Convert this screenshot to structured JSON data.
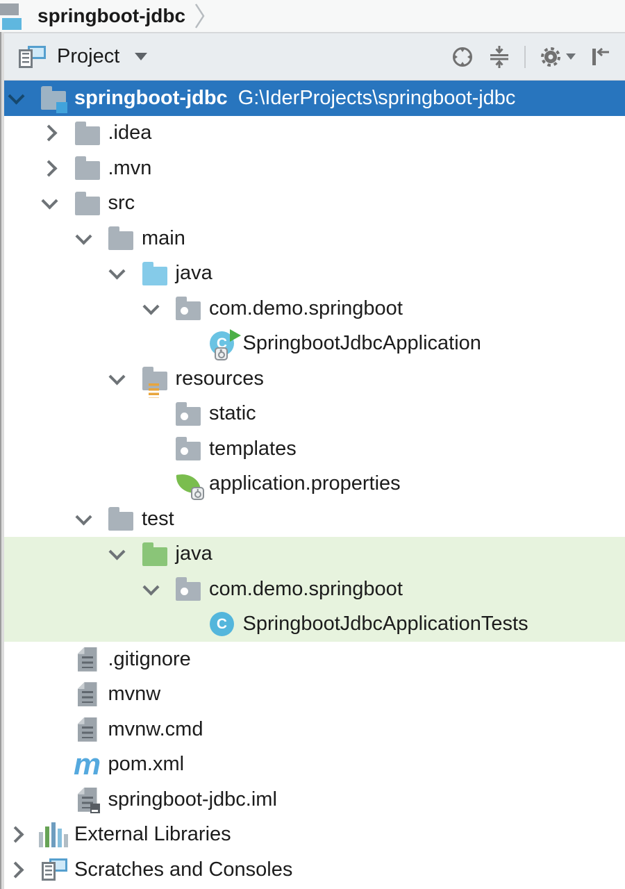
{
  "breadcrumb": {
    "title": "springboot-jdbc"
  },
  "panel_header": {
    "title": "Project",
    "actions": [
      "select-opened-file",
      "collapse-all",
      "settings-gear",
      "hide-panel"
    ]
  },
  "icons": {
    "class_letter": "C",
    "maven_letter": "m"
  },
  "colors": {
    "selection_blue": "#2875BE",
    "highlight_green": "#E7F3DE",
    "source_folder_blue": "#85CBE9",
    "test_folder_green": "#8AC578",
    "spring_green": "#7ABD4E",
    "maven_blue": "#55A9DE"
  },
  "tree": {
    "rows": [
      {
        "label": "springboot-jdbc",
        "path": "G:\\IderProjects\\springboot-jdbc",
        "level": 0,
        "chevron": "down",
        "icon": "project-folder",
        "state": "selected"
      },
      {
        "label": ".idea",
        "level": 1,
        "chevron": "right",
        "icon": "folder",
        "state": ""
      },
      {
        "label": ".mvn",
        "level": 1,
        "chevron": "right",
        "icon": "folder",
        "state": ""
      },
      {
        "label": "src",
        "level": 1,
        "chevron": "down",
        "icon": "folder",
        "state": ""
      },
      {
        "label": "main",
        "level": 2,
        "chevron": "down",
        "icon": "folder",
        "state": ""
      },
      {
        "label": "java",
        "level": 3,
        "chevron": "down",
        "icon": "source-folder",
        "state": ""
      },
      {
        "label": "com.demo.springboot",
        "level": 4,
        "chevron": "down",
        "icon": "package-folder",
        "state": ""
      },
      {
        "label": "SpringbootJdbcApplication",
        "level": 5,
        "chevron": "none",
        "icon": "springboot-class",
        "state": ""
      },
      {
        "label": "resources",
        "level": 3,
        "chevron": "down",
        "icon": "resources-folder",
        "state": ""
      },
      {
        "label": "static",
        "level": 4,
        "chevron": "none",
        "icon": "package-folder",
        "state": ""
      },
      {
        "label": "templates",
        "level": 4,
        "chevron": "none",
        "icon": "package-folder",
        "state": ""
      },
      {
        "label": "application.properties",
        "level": 4,
        "chevron": "none",
        "icon": "spring-config",
        "state": ""
      },
      {
        "label": "test",
        "level": 2,
        "chevron": "down",
        "icon": "folder",
        "state": ""
      },
      {
        "label": "java",
        "level": 3,
        "chevron": "down",
        "icon": "test-folder",
        "state": "highlighted"
      },
      {
        "label": "com.demo.springboot",
        "level": 4,
        "chevron": "down",
        "icon": "package-folder",
        "state": "highlighted"
      },
      {
        "label": "SpringbootJdbcApplicationTests",
        "level": 5,
        "chevron": "none",
        "icon": "class",
        "state": "highlighted"
      },
      {
        "label": ".gitignore",
        "level": 1,
        "chevron": "none",
        "icon": "text-file",
        "state": ""
      },
      {
        "label": "mvnw",
        "level": 1,
        "chevron": "none",
        "icon": "text-file",
        "state": ""
      },
      {
        "label": "mvnw.cmd",
        "level": 1,
        "chevron": "none",
        "icon": "text-file",
        "state": ""
      },
      {
        "label": "pom.xml",
        "level": 1,
        "chevron": "none",
        "icon": "maven-file",
        "state": ""
      },
      {
        "label": "springboot-jdbc.iml",
        "level": 1,
        "chevron": "none",
        "icon": "module-file",
        "state": ""
      },
      {
        "label": "External Libraries",
        "level": 0,
        "chevron": "right",
        "icon": "libraries",
        "state": ""
      },
      {
        "label": "Scratches and Consoles",
        "level": 0,
        "chevron": "right",
        "icon": "scratches",
        "state": ""
      }
    ]
  }
}
